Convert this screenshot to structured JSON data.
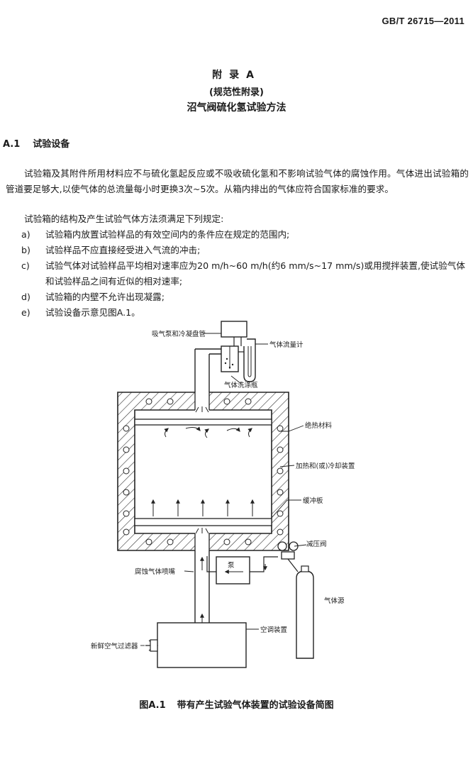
{
  "header": {
    "standard_code": "GB/T 26715—2011"
  },
  "annex": {
    "title": "附录A",
    "type": "(规范性附录)",
    "subtitle": "沼气阀硫化氢试验方法"
  },
  "section": {
    "number": "A.1",
    "title": "试验设备",
    "paragraph1": "试验箱及其附件所用材料应不与硫化氢起反应或不吸收硫化氢和不影响试验气体的腐蚀作用。气体进出试验箱的管道要足够大,以使气体的总流量每小时更换3次~5次。从箱内排出的气体应符合国家标准的要求。",
    "paragraph2": "试验箱的结构及产生试验气体方法须满足下列规定:",
    "items": [
      {
        "marker": "a)",
        "text": "试验箱内放置试验样品的有效空间内的条件应在规定的范围内;"
      },
      {
        "marker": "b)",
        "text": "试验样品不应直接经受进入气流的冲击;"
      },
      {
        "marker": "c)",
        "text": "试验气体对试验样品平均相对速率应为20 m/h~60 m/h(约6 mm/s~17 mm/s)或用搅拌装置,使试验气体和试验样品之间有近似的相对速率;"
      },
      {
        "marker": "d)",
        "text": "试验箱的内壁不允许出现凝露;"
      },
      {
        "marker": "e)",
        "text": "试验设备示意见图A.1。"
      }
    ]
  },
  "figure": {
    "labels": {
      "pump_condenser": "吸气泵和冷凝盘管",
      "flowmeter": "气体流量计",
      "wash_bottle": "气体洗涤瓶",
      "insulation": "绝热材料",
      "heating_cooling": "加热和(或)冷却装置",
      "baffle": "缓冲板",
      "nozzle": "腐蚀气体喷嘴",
      "pump": "泵",
      "regulator": "减压阀",
      "gas_source": "气体源",
      "air_conditioner": "空调装置",
      "fresh_air_filter": "新鲜空气过滤器"
    },
    "caption_number": "图A.1",
    "caption_text": "带有产生试验气体装置的试验设备简图"
  }
}
